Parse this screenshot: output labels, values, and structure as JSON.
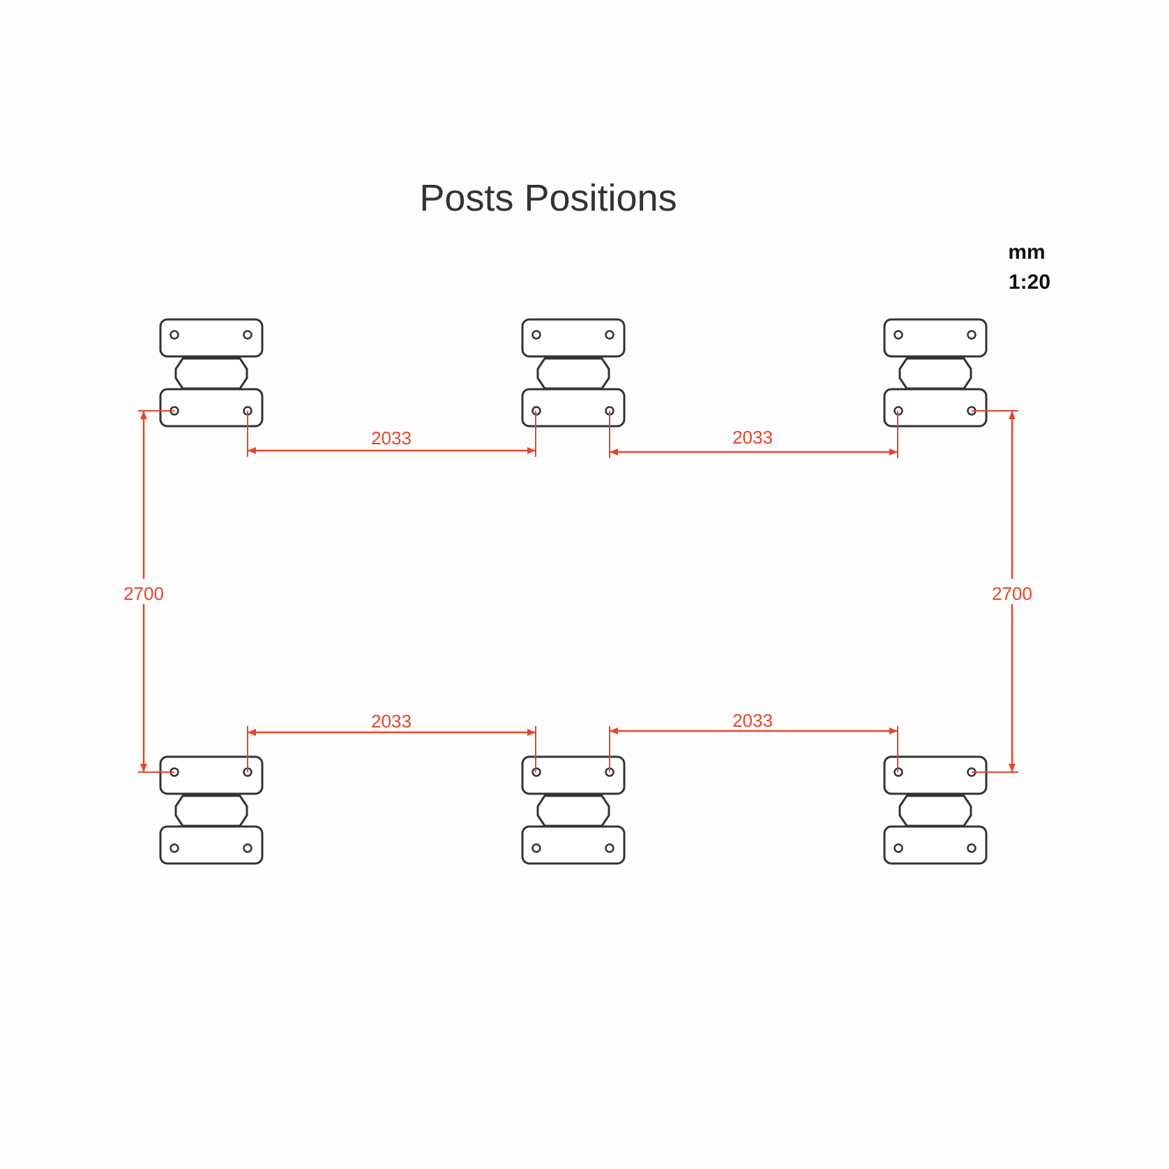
{
  "title": "Posts Positions",
  "units": "mm",
  "scale": "1:20",
  "dimensions": {
    "top_left_span": "2033",
    "top_right_span": "2033",
    "bottom_left_span": "2033",
    "bottom_right_span": "2033",
    "left_height": "2700",
    "right_height": "2700"
  },
  "colors": {
    "dimension": "#e8452c",
    "outline": "#333333",
    "background": "#fdfdfd"
  },
  "posts": [
    {
      "name": "post-top-left"
    },
    {
      "name": "post-top-middle"
    },
    {
      "name": "post-top-right"
    },
    {
      "name": "post-bottom-left"
    },
    {
      "name": "post-bottom-middle"
    },
    {
      "name": "post-bottom-right"
    }
  ]
}
